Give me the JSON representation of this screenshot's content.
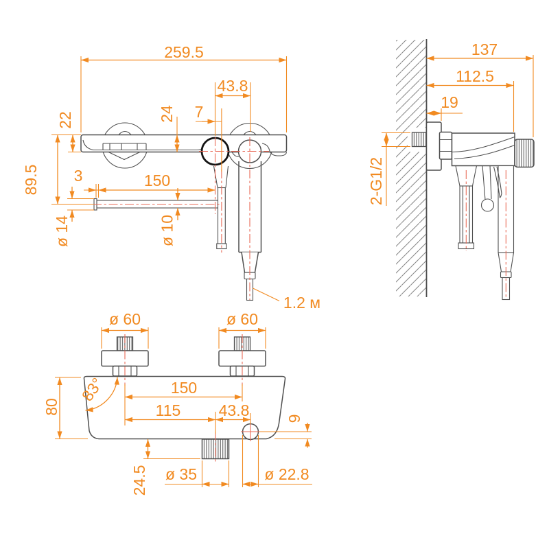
{
  "colors": {
    "background": "#FFFFFF",
    "line_art": "#4F4F4F",
    "bold_outline": "#141414",
    "dimension_accent": "#F18A21",
    "centerline_red": "#E96A57",
    "hatch_gray": "#858585"
  },
  "views": {
    "front": {
      "title": "front-view",
      "dims": {
        "overall_width": "259.5",
        "outlet_to_shower": "43.8",
        "axis_gap": "7",
        "top_to_axis": "24",
        "body_height": "22",
        "spout_drop": "89.5",
        "tip_length": "3",
        "spout_reach": "150",
        "tip_diameter": "ø 14",
        "pipe_diameter": "ø 10",
        "hose_length": "1.2 м"
      }
    },
    "side": {
      "title": "side-view",
      "dims": {
        "total_depth": "137",
        "body_depth": "112.5",
        "flange_depth": "19",
        "thread_size": "2-G1/2"
      }
    },
    "bottom": {
      "title": "bottom-view",
      "dims": {
        "left_flange_diameter": "ø 60",
        "right_flange_diameter": "ø 60",
        "mount_spacing": "150",
        "outlet_offset": "115",
        "circle_offset": "43.8",
        "body_angle": "83°",
        "body_width": "80",
        "outlet_protrusion": "24.5",
        "outlet_diameter": "ø 35",
        "circle_diameter": "ø 22.8",
        "edge_distance": "9"
      }
    }
  }
}
